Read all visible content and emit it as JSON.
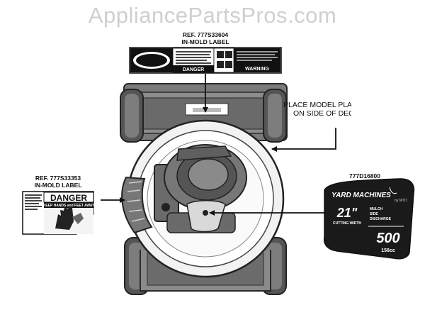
{
  "watermark": "AppliancePartsPros.com",
  "labels": {
    "top_ref": "REF. 777S33604",
    "top_sub": "IN-MOLD LABEL",
    "left_ref": "REF. 777S33353",
    "left_sub": "IN-MOLD LABEL",
    "right_ref": "777D16800",
    "place_line1": "PLACE MODEL PLA",
    "place_line2": "ON SIDE OF DEC"
  },
  "top_decal": {
    "danger": "DANGER",
    "warning": "WARNING"
  },
  "danger_decal": {
    "title": "DANGER",
    "subtitle": "KEEP HANDS and FEET AWAY"
  },
  "brand_decal": {
    "brand": "YARD MACHINES",
    "maker": "by MTD",
    "width_value": "21\"",
    "width_label": "CUTTING WIDTH",
    "features_1": "MULCH",
    "features_2": "SIDE",
    "features_3": "DISCHARGE",
    "engine_value": "500",
    "engine_cc": "158cc"
  },
  "colors": {
    "ink": "#111111",
    "machine_gray": "#6f6f6f",
    "watermark": "#cfcfcf"
  }
}
